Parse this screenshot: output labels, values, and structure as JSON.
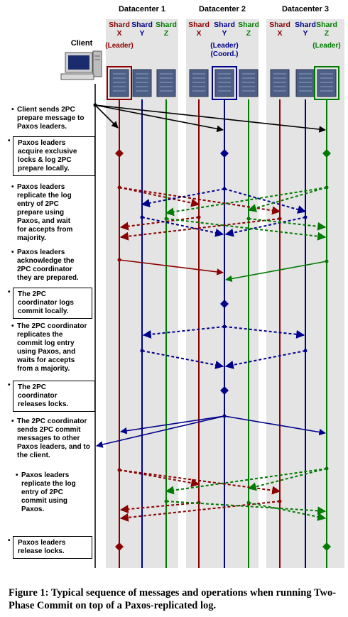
{
  "client": {
    "label": "Client"
  },
  "datacenters": [
    {
      "label": "Datacenter 1",
      "shards": [
        {
          "name": "Shard\nX",
          "role": "(Leader)",
          "color": "#8b0000",
          "highlight": true
        },
        {
          "name": "Shard\nY",
          "role": "",
          "color": "#00008b",
          "highlight": false
        },
        {
          "name": "Shard\nZ",
          "role": "",
          "color": "#007a00",
          "highlight": false
        }
      ]
    },
    {
      "label": "Datacenter 2",
      "shards": [
        {
          "name": "Shard\nX",
          "role": "",
          "color": "#8b0000",
          "highlight": false
        },
        {
          "name": "Shard\nY",
          "role": "(Leader)\n(Coord.)",
          "color": "#00008b",
          "highlight": true
        },
        {
          "name": "Shard\nZ",
          "role": "",
          "color": "#007a00",
          "highlight": false
        }
      ]
    },
    {
      "label": "Datacenter 3",
      "shards": [
        {
          "name": "Shard\nX",
          "role": "",
          "color": "#8b0000",
          "highlight": false
        },
        {
          "name": "Shard\nY",
          "role": "",
          "color": "#00008b",
          "highlight": false
        },
        {
          "name": "Shard\nZ",
          "role": "(Leader)",
          "color": "#007a00",
          "highlight": true
        }
      ]
    }
  ],
  "steps": [
    {
      "text": "Client sends 2PC\nprepare message to\nPaxos leaders.",
      "boxed": false
    },
    {
      "text": "Paxos leaders\nacquire exclusive\nlocks & log 2PC\nprepare locally.",
      "boxed": true
    },
    {
      "text": "Paxos leaders\nreplicate the log\nentry of 2PC\nprepare using\nPaxos, and wait\nfor accepts from\nmajority.",
      "boxed": false
    },
    {
      "text": "Paxos leaders\nacknowledge the\n2PC coordinator\nthey are prepared.",
      "boxed": false
    },
    {
      "text": "The 2PC\ncoordinator logs\ncommit locally.",
      "boxed": true
    },
    {
      "text": "The 2PC coordinator\nreplicates the\ncommit log entry\nusing Paxos, and\nwaits for accepts\nfrom a majority.",
      "boxed": false
    },
    {
      "text": "The 2PC\ncoordinator\nreleases locks.",
      "boxed": true
    },
    {
      "text": "The 2PC coordinator\nsends 2PC commit\nmessages to other\nPaxos leaders, and to\nthe client.",
      "boxed": false
    },
    {
      "text": "Paxos leaders\nreplicate the log\nentry of 2PC\ncommit using\nPaxos.",
      "boxed": false
    },
    {
      "text": "Paxos leaders\nrelease locks.",
      "boxed": true
    }
  ],
  "caption": "Figure 1:  Typical sequence of messages and operations when running Two-Phase Commit on top of a Paxos-replicated log."
}
